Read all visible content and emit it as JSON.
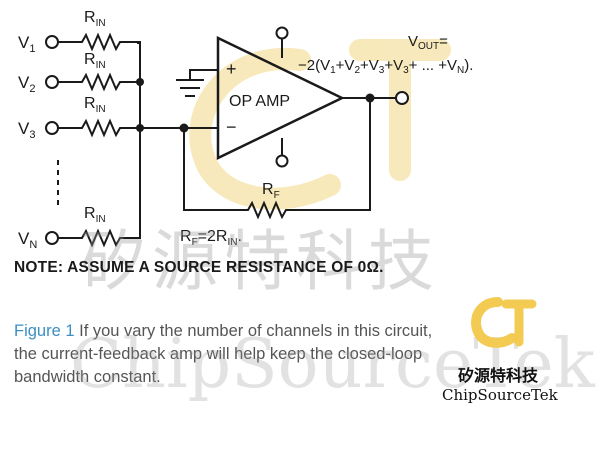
{
  "circuit": {
    "inputs": [
      {
        "label": "V",
        "sub": "1"
      },
      {
        "label": "V",
        "sub": "2"
      },
      {
        "label": "V",
        "sub": "3"
      },
      {
        "label": "V",
        "sub": "N"
      }
    ],
    "resistor_label": {
      "main": "R",
      "sub": "IN"
    },
    "opamp_label": "OP AMP",
    "plus_sign": "+",
    "minus_sign": "−",
    "feedback_label": {
      "main": "R",
      "sub": "F"
    },
    "relation": {
      "a": "R",
      "a_sub": "F",
      "mid": "=2R",
      "b_sub": "IN",
      "end": "."
    },
    "vout_line1": {
      "main": "V",
      "sub": "OUT",
      "end": "="
    },
    "vout_line2": {
      "p1": "−2(V",
      "s1": "1",
      "p2": "+V",
      "s2": "2",
      "p3": "+V",
      "s3": "3",
      "p4": "+V",
      "s4": "3",
      "p5": "+  ...  +V",
      "s5": "N",
      "p6": ")."
    }
  },
  "note": "NOTE: ASSUME A SOURCE RESISTANCE OF 0Ω.",
  "caption": {
    "figure": "Figure 1",
    "text": " If you vary the number of channels in this circuit, the current-feedback amp will help keep the closed-loop bandwidth constant."
  },
  "watermark": {
    "cn": "矽源特科技",
    "latin": "ChipSourceTek",
    "brand_cn": "矽源特科技",
    "brand_en": "ChipSourceTek",
    "logo_fill": "#f3cb52",
    "logo_stroke": "#1a1a1a"
  }
}
